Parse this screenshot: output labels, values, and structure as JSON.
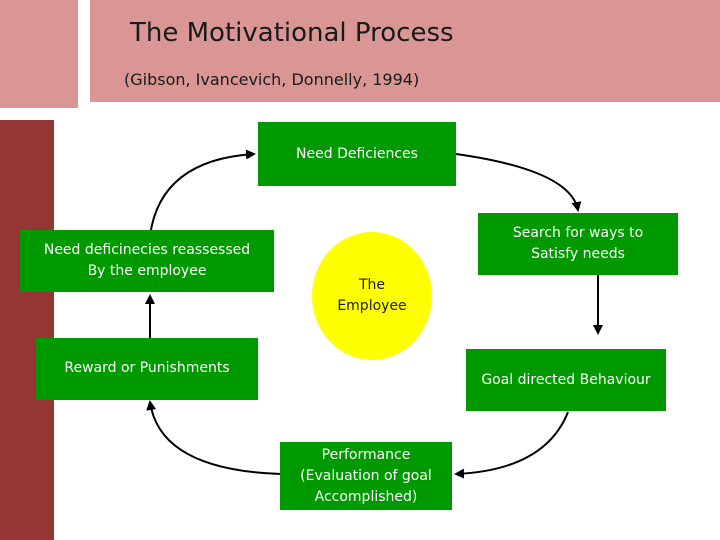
{
  "header": {
    "title": "The Motivational Process",
    "subtitle": "(Gibson, Ivancevich, Donnelly, 1994)"
  },
  "diagram": {
    "center": "The\nEmployee",
    "nodes": {
      "need_deficiences": "Need Deficiences",
      "search_for_ways": "Search for ways to\nSatisfy needs",
      "goal_directed_behaviour": "Goal directed Behaviour",
      "performance": "Performance\n(Evaluation of goal\nAccomplished)",
      "reward_or_punishments": "Reward or Punishments",
      "need_reassessed": "Need deficinecies reassessed\nBy the employee"
    }
  },
  "colors": {
    "header": "#d99694",
    "side_bar": "#943634",
    "box_fill": "#009900",
    "center_fill": "#ffff00"
  }
}
